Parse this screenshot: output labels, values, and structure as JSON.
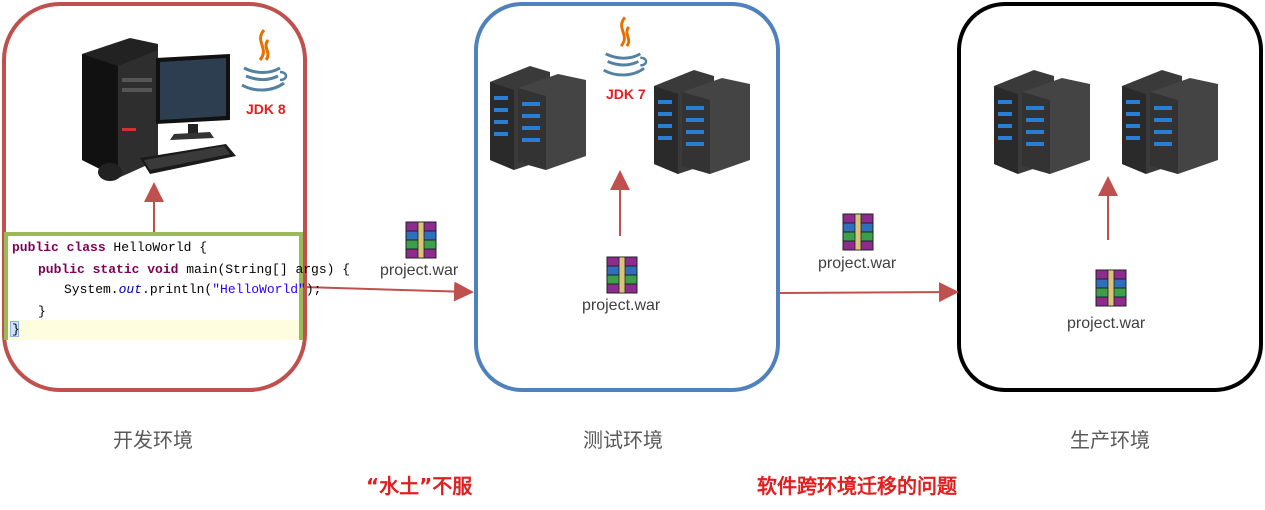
{
  "environments": {
    "dev": {
      "label": "开发环境",
      "jdk": "JDK 8"
    },
    "test": {
      "label": "测试环境",
      "jdk": "JDK 7"
    },
    "prod": {
      "label": "生产环境"
    }
  },
  "artifact": {
    "name": "project.war"
  },
  "code": {
    "line1_kw": "public class ",
    "line1_rest": "HelloWorld {",
    "line2_kw": "public static void ",
    "line2_rest": "main(String[] args) {",
    "line3_a": "System.",
    "line3_field": "out",
    "line3_b": ".println(",
    "line3_str": "\"HelloWorld\"",
    "line3_c": ");",
    "line4": "}",
    "line5": "}"
  },
  "captions": {
    "left": "“水土”不服",
    "right": "软件跨环境迁移的问题"
  },
  "colors": {
    "dev_border": "#c0504d",
    "test_border": "#4f81bd",
    "prod_border": "#000000",
    "code_border": "#9bbb59",
    "arrow": "#c0504d",
    "caption": "#e02020"
  }
}
